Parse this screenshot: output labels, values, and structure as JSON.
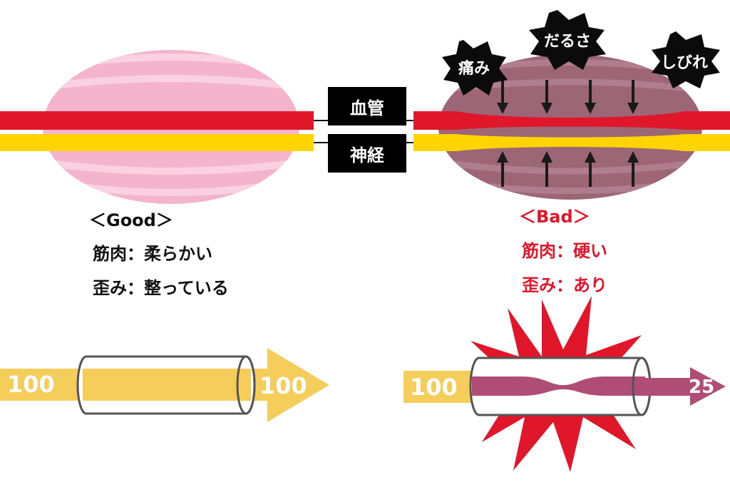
{
  "labels": {
    "blood_vessel": "血管",
    "nerve": "神経"
  },
  "symptoms": [
    "痛み",
    "だるさ",
    "しびれ"
  ],
  "good": {
    "heading": "＜Good＞",
    "muscle": "筋肉：柔らかい",
    "distortion": "歪み：整っている",
    "flow_in": "100",
    "flow_out": "100"
  },
  "bad": {
    "heading": "＜Bad＞",
    "muscle": "筋肉：硬い",
    "distortion": "歪み：あり",
    "flow_in": "100",
    "flow_out": "25"
  },
  "colors": {
    "vessel_red": "#e0162b",
    "nerve_yellow": "#ffd400",
    "muscle_pink": "#f4b5cc",
    "muscle_mauve": "#9c6677",
    "flow_gold": "#f4cd5a",
    "flow_mauve": "#b04d76",
    "bad_text": "#e0162b",
    "burst_red": "#e0162b"
  }
}
